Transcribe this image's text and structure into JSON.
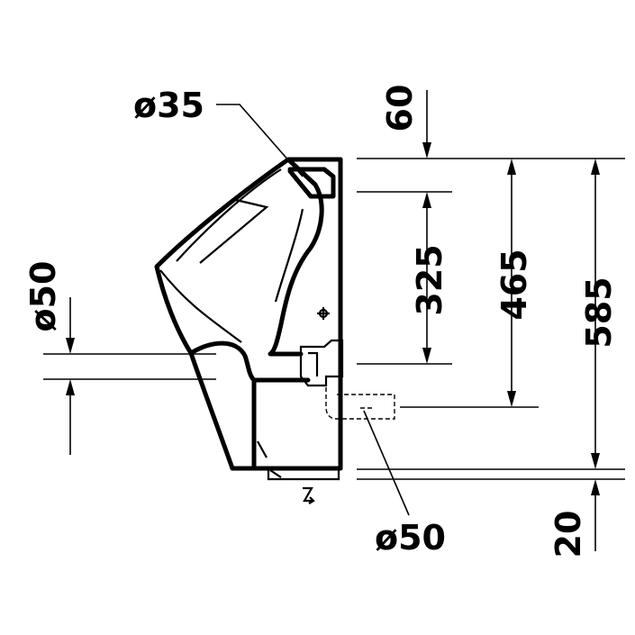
{
  "drawing": {
    "labels": {
      "pipe_diameter_top": "ø35",
      "offset_top": "60",
      "height_inlet": "325",
      "height_outlet": "465",
      "height_total": "585",
      "pipe_diameter_left": "ø50",
      "pipe_diameter_bottom": "ø50",
      "offset_bottom": "20"
    }
  }
}
